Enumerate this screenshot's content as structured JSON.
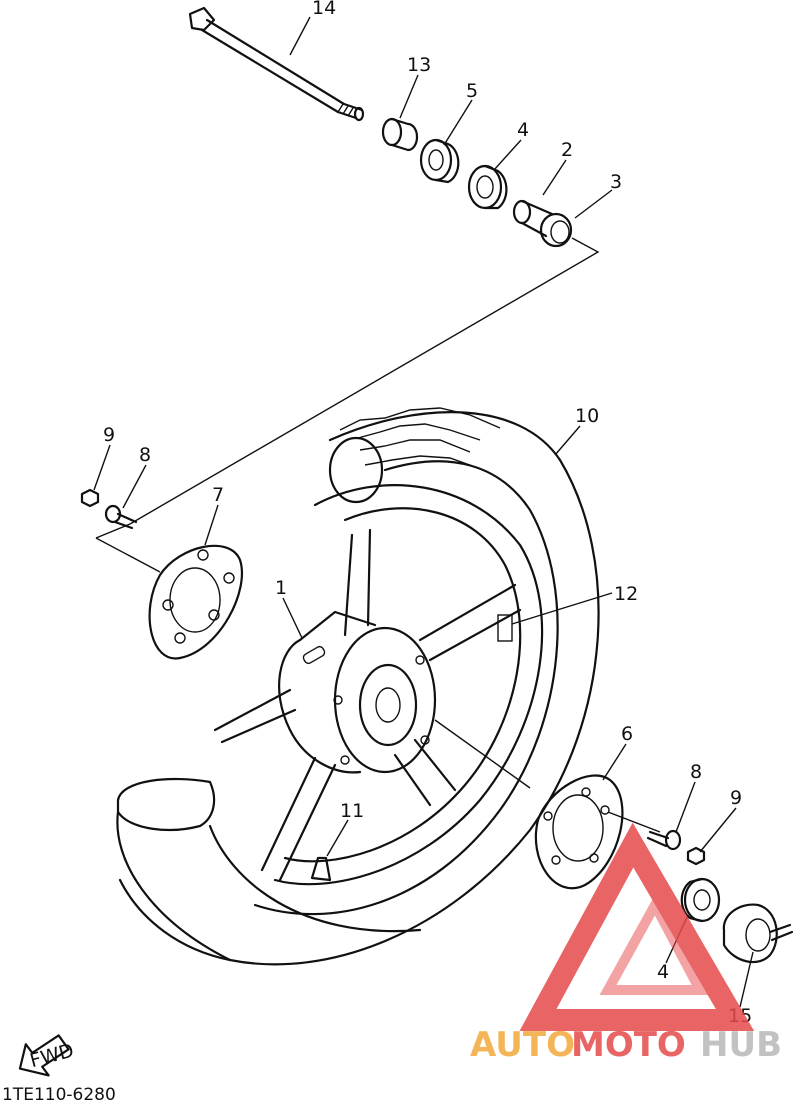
{
  "diagram": {
    "code": "1TE110-6280",
    "fwd_label": "FWD",
    "colors": {
      "line": "#111111",
      "wm_red": "#e64b4b",
      "wm_orange": "#f2a93b",
      "wm_gray": "#b8b8b8"
    },
    "callouts": [
      {
        "id": "14",
        "text": "14"
      },
      {
        "id": "13",
        "text": "13"
      },
      {
        "id": "5",
        "text": "5"
      },
      {
        "id": "4a",
        "text": "4"
      },
      {
        "id": "2",
        "text": "2"
      },
      {
        "id": "3",
        "text": "3"
      },
      {
        "id": "10",
        "text": "10"
      },
      {
        "id": "9a",
        "text": "9"
      },
      {
        "id": "8a",
        "text": "8"
      },
      {
        "id": "7",
        "text": "7"
      },
      {
        "id": "1",
        "text": "1"
      },
      {
        "id": "12",
        "text": "12"
      },
      {
        "id": "6",
        "text": "6"
      },
      {
        "id": "8b",
        "text": "8"
      },
      {
        "id": "9b",
        "text": "9"
      },
      {
        "id": "11",
        "text": "11"
      },
      {
        "id": "4b",
        "text": "4"
      },
      {
        "id": "15",
        "text": "15"
      }
    ]
  },
  "watermark": {
    "part1": "AUTO",
    "part2": "MOTO",
    "part3": "HUB"
  }
}
